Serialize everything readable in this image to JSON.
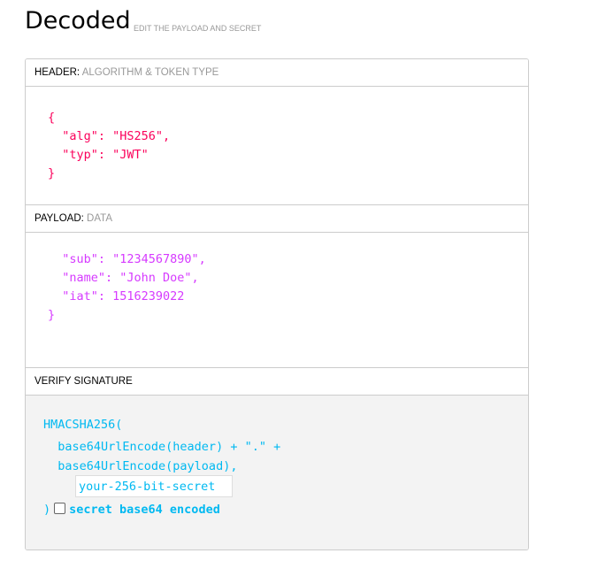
{
  "title": "Decoded",
  "subtitle": "EDIT THE PAYLOAD AND SECRET",
  "header": {
    "label": "HEADER:",
    "desc": "ALGORITHM & TOKEN TYPE",
    "lines": [
      "{",
      "  \"alg\": \"HS256\",",
      "  \"typ\": \"JWT\"",
      "}"
    ]
  },
  "payload": {
    "label": "PAYLOAD:",
    "desc": "DATA",
    "lines": [
      "  \"sub\": \"1234567890\",",
      "  \"name\": \"John Doe\",",
      "  \"iat\": 1516239022",
      "}"
    ]
  },
  "signature": {
    "label": "VERIFY SIGNATURE",
    "lines": [
      "HMACSHA256(",
      "  base64UrlEncode(header) + \".\" +",
      "  base64UrlEncode(payload),"
    ],
    "secret_value": "your-256-bit-secret",
    "close": ")",
    "checkbox_label": "secret base64 encoded",
    "checkbox_checked": false
  },
  "colors": {
    "header": "#fb015b",
    "payload": "#d63aff",
    "signature": "#00b9f1"
  }
}
